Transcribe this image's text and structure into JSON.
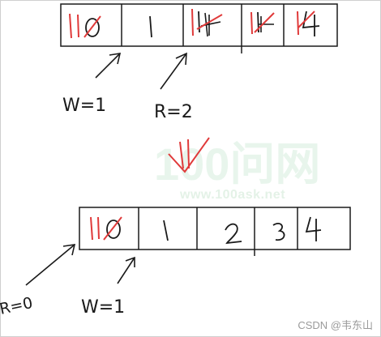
{
  "top_array": {
    "cells": [
      "1/0",
      "1",
      "1/4",
      "1/4",
      "1/4"
    ],
    "pointers": {
      "w": "W=1",
      "r": "R=2"
    }
  },
  "bottom_array": {
    "cells": [
      "1/0",
      "1",
      "2",
      "3",
      "4"
    ],
    "pointers": {
      "r": "R=0",
      "w": "W=1"
    }
  },
  "watermark": {
    "main": "100问网",
    "url": "www.100ask.net"
  },
  "footer": {
    "credit": "CSDN @韦东山"
  },
  "colors": {
    "ink": "#1a1a1a",
    "correction": "#e03a3a",
    "watermark": "#d6ecdc"
  }
}
